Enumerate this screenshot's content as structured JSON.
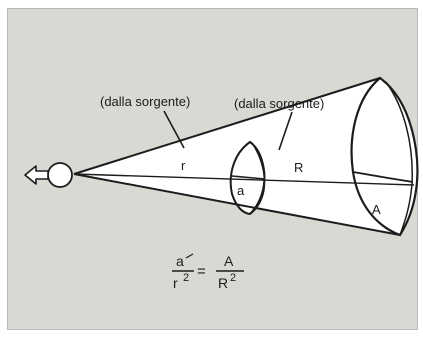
{
  "labels": {
    "near_source": "(dalla sorgente)",
    "far_source": "(dalla sorgente)",
    "near_radius": "r",
    "far_radius": "R",
    "near_area": "a",
    "far_area": "A"
  },
  "formula": {
    "left_num": "a",
    "left_den": "r",
    "left_exp": "2",
    "equals": "=",
    "right_num": "A",
    "right_den": "R",
    "right_exp": "2"
  },
  "colors": {
    "panel": "#d9d9d3",
    "surface": "#ffffff",
    "ink": "#1c1c1c"
  }
}
